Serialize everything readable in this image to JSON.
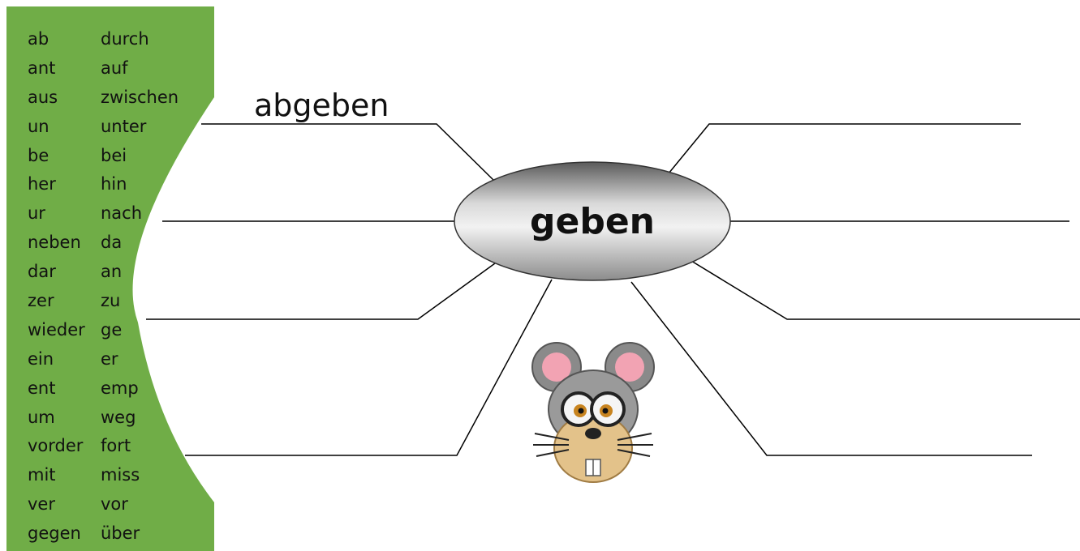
{
  "worksheet": {
    "center_word": "geben",
    "example_answer": "abgeben",
    "answer_slots": 8,
    "panel_color": "#70ad47",
    "ellipse_color": "#a6a6a6",
    "mascot_icon": "mouse-with-glasses-icon",
    "prefixes": [
      [
        "ab",
        "durch"
      ],
      [
        "ant",
        "auf"
      ],
      [
        "aus",
        "zwischen"
      ],
      [
        "un",
        "unter"
      ],
      [
        "be",
        "bei"
      ],
      [
        "her",
        "hin"
      ],
      [
        "ur",
        "nach"
      ],
      [
        "neben",
        "da"
      ],
      [
        "dar",
        "an"
      ],
      [
        "zer",
        "zu"
      ],
      [
        "wieder",
        "ge"
      ],
      [
        "ein",
        "er"
      ],
      [
        "ent",
        "emp"
      ],
      [
        "um",
        "weg"
      ],
      [
        "vorder",
        "fort"
      ],
      [
        "mit",
        "miss"
      ],
      [
        "ver",
        "vor"
      ],
      [
        "gegen",
        "über"
      ]
    ]
  }
}
